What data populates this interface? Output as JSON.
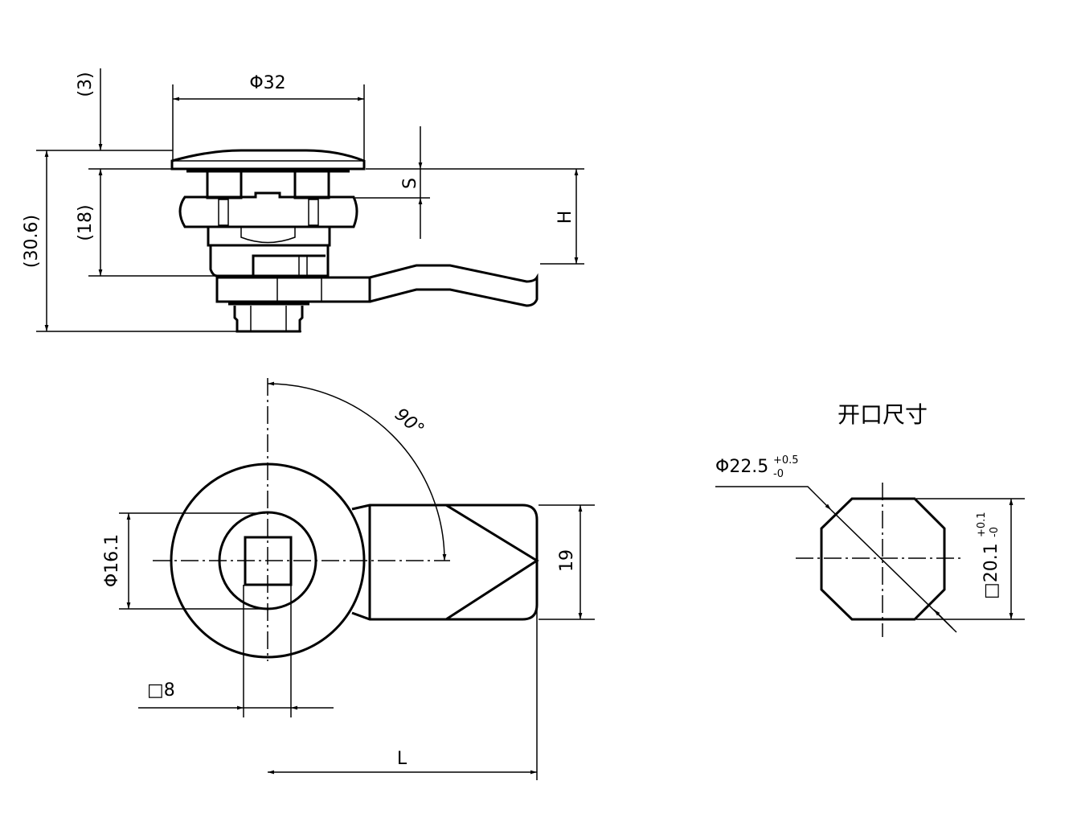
{
  "side_view": {
    "dim_top_gap": "(3)",
    "dim_cap_diameter": "Φ32",
    "dim_body_height": "(18)",
    "dim_total_height": "(30.6)",
    "dim_s": "S",
    "dim_h": "H"
  },
  "front_view": {
    "dim_rotation": "90°",
    "dim_inner_diameter": "Φ16.1",
    "dim_cam_width": "19",
    "dim_square_drive": "□8",
    "dim_length": "L"
  },
  "cutout": {
    "title": "开口尺寸",
    "dim_diameter": "Φ22.5",
    "dim_diameter_tol_upper": "+0.5",
    "dim_diameter_tol_lower": "-0",
    "dim_square": "□20.1",
    "dim_square_tol_upper": "+0.1",
    "dim_square_tol_lower": "-0"
  }
}
